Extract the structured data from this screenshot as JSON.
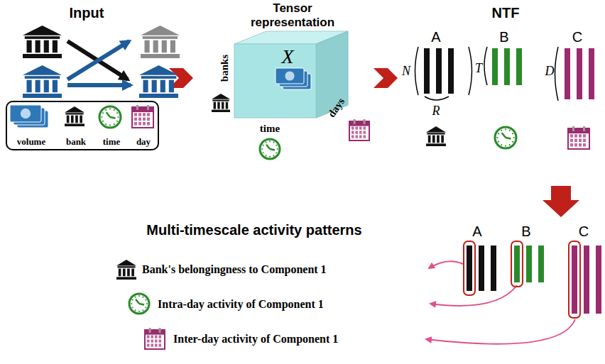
{
  "diagram": {
    "nodes": [
      {
        "text": [
          "volume",
          "bank",
          "time",
          "day"
        ]
      }
    ],
    "labels": [
      "Input",
      "Tensor representation",
      "banks",
      "X",
      "time",
      "days",
      "NTF",
      "A",
      "B",
      "C",
      "N",
      "T",
      "D",
      "R",
      "Multi-timescale activity patterns",
      "A",
      "B",
      "C",
      "Bank's belongingness to Component 1",
      "Intra-day activity of Component 1",
      "Inter-day activity of Component 1"
    ]
  }
}
